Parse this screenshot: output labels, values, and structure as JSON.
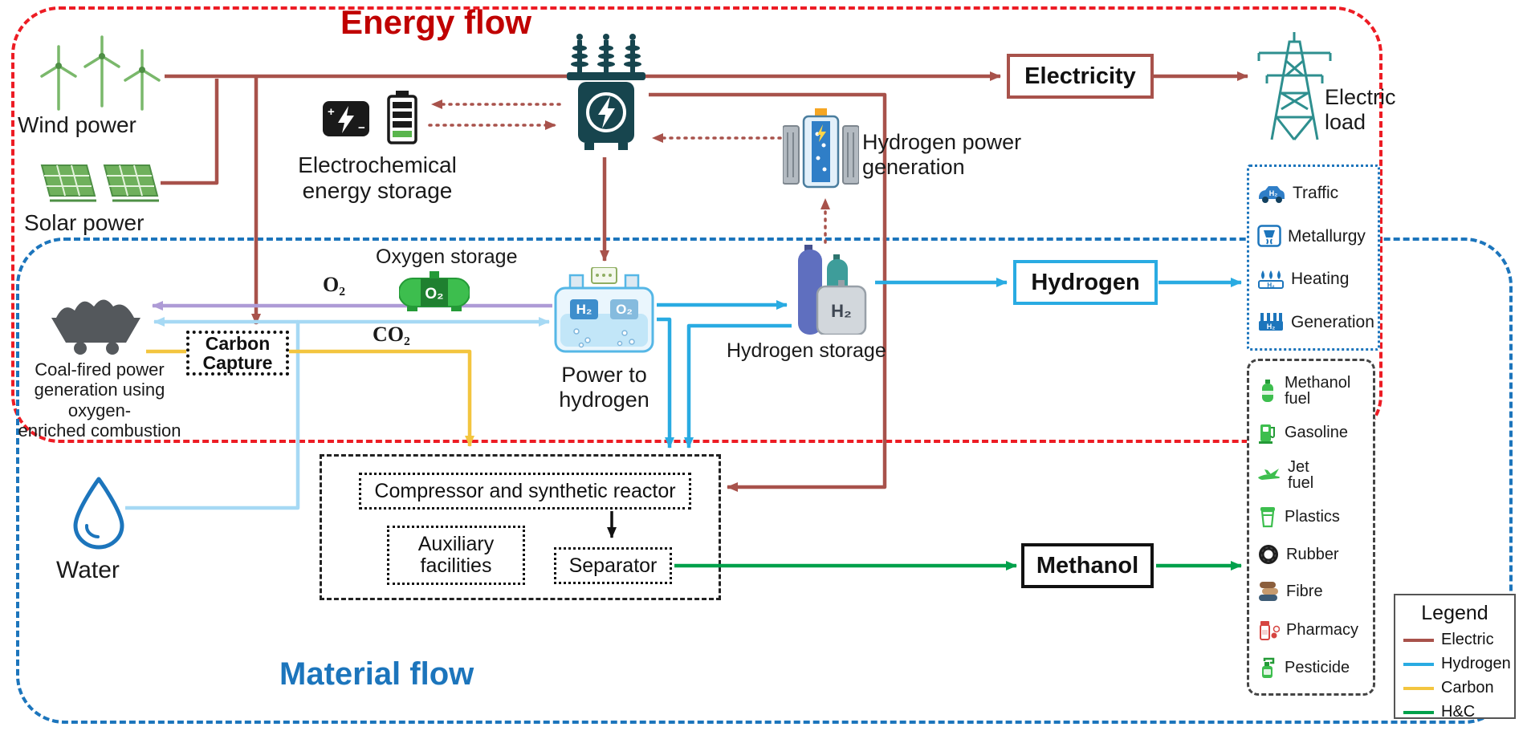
{
  "colors": {
    "electric": "#A8524B",
    "hydrogen": "#29ABE2",
    "carbon": "#F3C53F",
    "hc": "#00A14B",
    "oxygen": "#AE9BD6",
    "water": "#A6D9F4",
    "energy-border": "#ED1C24",
    "energy-title": "#C00000",
    "material-border": "#1C75BC",
    "material-title": "#1C75BC"
  },
  "regions": {
    "energy": {
      "title": "Energy flow"
    },
    "material": {
      "title": "Material flow"
    }
  },
  "nodes": {
    "wind": {
      "label": "Wind power",
      "icon": "wind-turbines-icon"
    },
    "solar": {
      "label": "Solar power",
      "icon": "solar-panels-icon"
    },
    "battery": {
      "label": "Electrochemical\nenergy storage",
      "icon": "battery-icon"
    },
    "transformer": {
      "icon": "transformer-icon"
    },
    "electricity": {
      "label": "Electricity"
    },
    "electric_load": {
      "label": "Electric\nload",
      "icon": "transmission-tower-icon"
    },
    "h2_generation": {
      "label": "Hydrogen power\ngeneration",
      "icon": "fuel-cell-icon"
    },
    "oxygen_storage": {
      "label": "Oxygen storage",
      "tank_text": "O₂",
      "icon": "oxygen-tank-icon"
    },
    "o2_flow": {
      "label": "O₂"
    },
    "co2_flow": {
      "label": "CO₂"
    },
    "coal": {
      "label": "Coal-fired power\ngeneration using oxygen-\nenriched combustion",
      "icon": "coal-cart-icon"
    },
    "carbon_capture": {
      "label": "Carbon\nCapture"
    },
    "power_to_hydrogen": {
      "label": "Power to\nhydrogen",
      "h2_text": "H₂",
      "o2_text": "O₂",
      "icon": "electrolyzer-icon"
    },
    "h2_storage": {
      "label": "Hydrogen storage",
      "tank_text": "H₂",
      "icon": "hydrogen-tanks-icon"
    },
    "hydrogen": {
      "label": "Hydrogen"
    },
    "water": {
      "label": "Water",
      "icon": "water-drop-icon"
    },
    "methanol": {
      "label": "Methanol"
    },
    "compressor": {
      "label": "Compressor and synthetic reactor"
    },
    "auxiliary": {
      "label": "Auxiliary\nfacilities"
    },
    "separator": {
      "label": "Separator"
    }
  },
  "applications": {
    "items": [
      {
        "label": "Traffic",
        "icon": "car-icon",
        "badge": "H₂"
      },
      {
        "label": "Metallurgy",
        "icon": "furnace-icon"
      },
      {
        "label": "Heating",
        "icon": "heating-icon",
        "badge": "H₂"
      },
      {
        "label": "Generation",
        "icon": "power-plant-icon",
        "badge": "H₂"
      }
    ]
  },
  "products": {
    "items": [
      {
        "label": "Methanol\nfuel",
        "icon": "gas-cylinder-icon"
      },
      {
        "label": "Gasoline",
        "icon": "fuel-pump-icon"
      },
      {
        "label": "Jet\nfuel",
        "icon": "airplane-icon"
      },
      {
        "label": "Plastics",
        "icon": "cup-icon"
      },
      {
        "label": "Rubber",
        "icon": "tire-icon"
      },
      {
        "label": "Fibre",
        "icon": "fabric-icon"
      },
      {
        "label": "Pharmacy",
        "icon": "medicine-icon"
      },
      {
        "label": "Pesticide",
        "icon": "spray-icon"
      }
    ]
  },
  "legend": {
    "title": "Legend",
    "items": [
      {
        "label": "Electric",
        "color": "#A8524B"
      },
      {
        "label": "Hydrogen",
        "color": "#29ABE2"
      },
      {
        "label": "Carbon",
        "color": "#F3C53F"
      },
      {
        "label": "H&C",
        "color": "#00A14B"
      }
    ]
  }
}
